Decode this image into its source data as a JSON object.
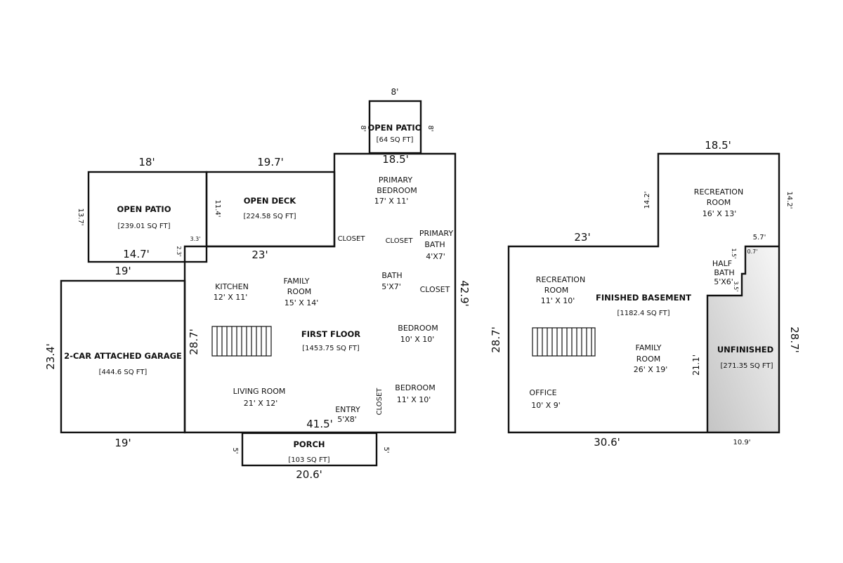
{
  "first_floor": {
    "title": "FIRST FLOOR",
    "area": "[1453.75 SQ FT]",
    "rooms": {
      "primary_bedroom": {
        "name1": "PRIMARY",
        "name2": "BEDROOM",
        "size": "17' X 11'"
      },
      "primary_bath": {
        "name1": "PRIMARY",
        "name2": "BATH",
        "size": "4'X7'"
      },
      "closet_1": "CLOSET",
      "closet_2": "CLOSET",
      "closet_3": "CLOSET",
      "closet_4": "CLOSET",
      "kitchen": {
        "name": "KITCHEN",
        "size": "12' X 11'"
      },
      "family_room": {
        "name1": "FAMILY",
        "name2": "ROOM",
        "size": "15' X 14'"
      },
      "bath": {
        "name": "BATH",
        "size": "5'X7'"
      },
      "bedroom_1": {
        "name": "BEDROOM",
        "size": "10' X 10'"
      },
      "bedroom_2": {
        "name": "BEDROOM",
        "size": "11' X 10'"
      },
      "living_room": {
        "name": "LIVING ROOM",
        "size": "21' X 12'"
      },
      "entry": {
        "name": "ENTRY",
        "size": "5'X8'"
      }
    },
    "dims": {
      "top": "18.5'",
      "left_step": "23'",
      "right": "42.9'",
      "left": "28.7'",
      "bottom": "41.5'"
    }
  },
  "open_patio_top": {
    "title": "OPEN PATIO",
    "area": "[64 SQ FT]",
    "dim_top": "8'",
    "dim_left": "8'",
    "dim_right": "8'"
  },
  "open_patio_left": {
    "title": "OPEN PATIO",
    "area": "[239.01 SQ FT]",
    "dim_top": "18'",
    "dim_left": "13.7'",
    "dim_bottom": "14.7'",
    "dim_small1": "3.3'",
    "dim_small2": "2.3'",
    "colors": {
      "start": "#f04050",
      "end": "#ffffff"
    }
  },
  "open_deck": {
    "title": "OPEN DECK",
    "area": "[224.58 SQ FT]",
    "dim_top": "19.7'",
    "dim_left": "11.4'",
    "colors": {
      "start": "#f7a040",
      "end": "#ffffff"
    }
  },
  "garage": {
    "title": "2-CAR ATTACHED GARAGE",
    "area": "[444.6 SQ FT]",
    "dim_top": "19'",
    "dim_bottom": "19'",
    "dim_left": "23.4'",
    "colors": {
      "start": "#6060ee",
      "end": "#e8e8ff"
    }
  },
  "porch": {
    "title": "PORCH",
    "area": "[103 SQ FT]",
    "dim_bottom": "20.6'",
    "dim_left": "5'",
    "dim_right": "5'",
    "colors": {
      "start": "#55dd55",
      "end": "#ffffff"
    }
  },
  "basement": {
    "title": "FINISHED BASEMENT",
    "area": "[1182.4 SQ FT]",
    "rooms": {
      "rec_room_top": {
        "name1": "RECREATION",
        "name2": "ROOM",
        "size": "16' X 13'"
      },
      "rec_room_left": {
        "name1": "RECREATION",
        "name2": "ROOM",
        "size": "11' X 10'"
      },
      "half_bath": {
        "name1": "HALF",
        "name2": "BATH",
        "size": "5'X6'"
      },
      "family_room": {
        "name1": "FAMILY",
        "name2": "ROOM",
        "size": "26' X 19'"
      },
      "office": {
        "name": "OFFICE",
        "size": "10' X 9'"
      }
    },
    "dims": {
      "top": "18.5'",
      "step_left": "14.2'",
      "step_right": "14.2'",
      "left_top": "23'",
      "left": "28.7'",
      "bottom": "30.6'",
      "bottom_right": "10.9'",
      "right": "28.7'",
      "interior": "21.1'",
      "small_top": "5.7'",
      "small_a": "0.7'",
      "small_b": "1.5'",
      "small_c": "3.5'"
    }
  },
  "unfinished": {
    "title": "UNFINISHED",
    "area": "[271.35 SQ FT]",
    "colors": {
      "start": "#c8c8c8",
      "end": "#f6f6f6"
    }
  }
}
